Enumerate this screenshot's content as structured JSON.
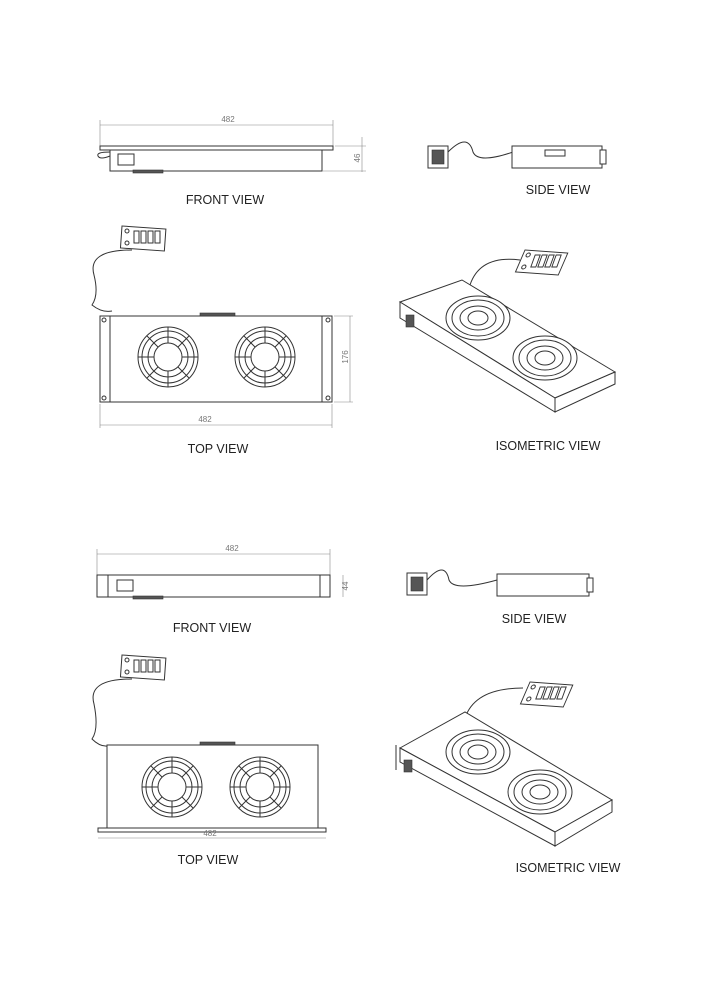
{
  "sheet": {
    "upper": {
      "front": {
        "width_dim": "482",
        "height_dim": "46",
        "label": "FRONT VIEW"
      },
      "side": {
        "label": "SIDE VIEW"
      },
      "top": {
        "width_dim": "482",
        "depth_dim": "176",
        "label": "TOP VIEW"
      },
      "iso": {
        "label": "ISOMETRIC VIEW"
      }
    },
    "lower": {
      "front": {
        "width_dim": "482",
        "height_dim": "44",
        "label": "FRONT VIEW"
      },
      "side": {
        "label": "SIDE VIEW"
      },
      "top": {
        "width_dim": "482",
        "label": "TOP VIEW"
      },
      "iso": {
        "label": "ISOMETRIC VIEW"
      }
    }
  }
}
